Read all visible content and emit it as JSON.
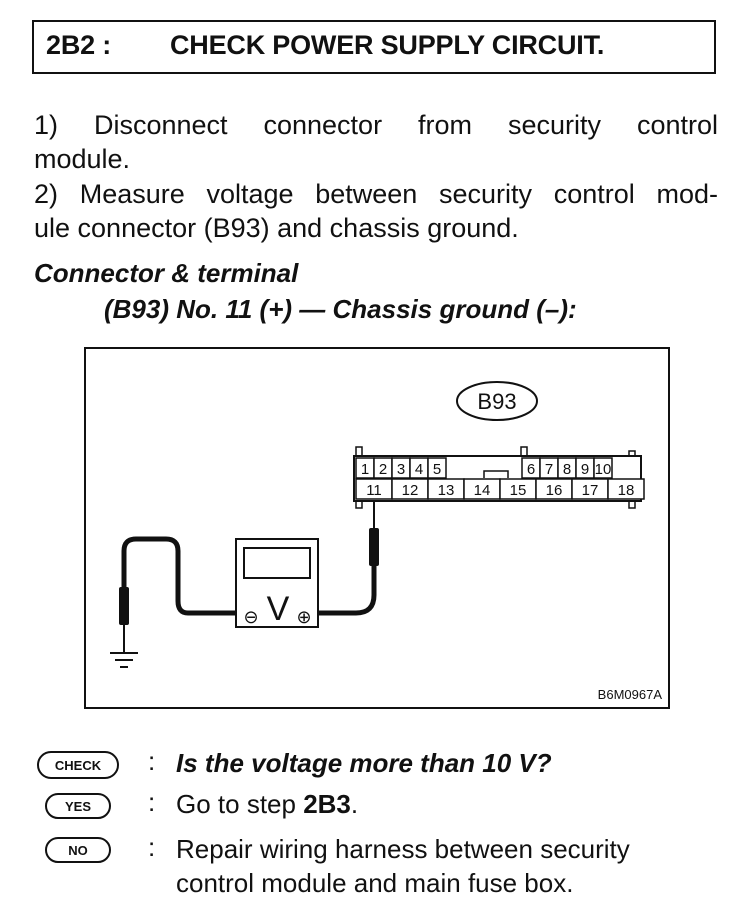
{
  "title": {
    "step": "2B2 :",
    "heading": "CHECK POWER SUPPLY CIRCUIT."
  },
  "steps": [
    {
      "line1": "1) Disconnect connector from security control",
      "line2": "module."
    },
    {
      "line1": "2) Measure voltage between security control mod-",
      "line2": "ule connector (B93) and chassis ground."
    }
  ],
  "connector": {
    "heading": "Connector & terminal",
    "spec": "(B93) No. 11 (+) — Chassis ground (–):"
  },
  "diagram": {
    "connector_label": "B93",
    "pins_top": [
      "1",
      "2",
      "3",
      "4",
      "5",
      "6",
      "7",
      "8",
      "9",
      "10"
    ],
    "pins_bottom": [
      "11",
      "12",
      "13",
      "14",
      "15",
      "16",
      "17",
      "18"
    ],
    "meter_symbol": "V",
    "meter_minus": "⊖",
    "meter_plus": "⊕",
    "figure_code": "B6M0967A"
  },
  "qa": {
    "check": {
      "badge": "CHECK",
      "colon": ":",
      "text": "Is the voltage more than 10 V?"
    },
    "yes": {
      "badge": "YES",
      "colon": ":",
      "text_prefix": "Go to step ",
      "target": "2B3",
      "text_suffix": "."
    },
    "no": {
      "badge": "NO",
      "colon": ":",
      "line1": "Repair wiring harness between security",
      "line2": "control module and main fuse box."
    }
  }
}
